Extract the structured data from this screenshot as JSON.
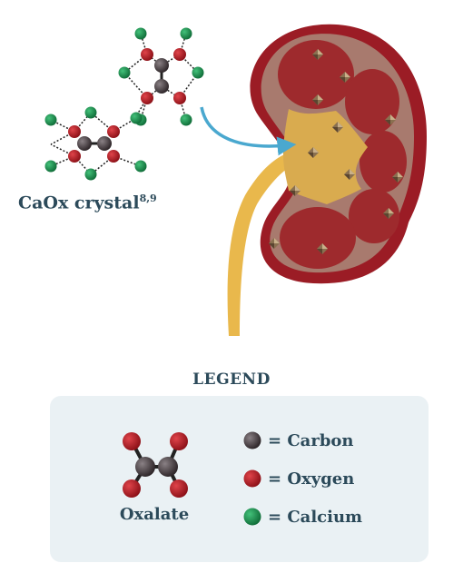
{
  "caption": {
    "text": "CaOx crystal",
    "superscript": "8,9"
  },
  "legend": {
    "title": "LEGEND",
    "molecule_label": "Oxalate",
    "items": [
      {
        "label": "= Carbon",
        "color": "#4a4043"
      },
      {
        "label": "= Oxygen",
        "color": "#b01820"
      },
      {
        "label": "= Calcium",
        "color": "#1a8a4a"
      }
    ]
  },
  "colors": {
    "kidney_outer": "#9b1c25",
    "kidney_cortex": "#a87a6e",
    "pyramid": "#9e2a2d",
    "pelvis": "#d9ab4f",
    "ureter": "#e9b84c",
    "arrow": "#4aa8cf",
    "text": "#2c4a5a",
    "legend_bg": "#eaf1f4"
  }
}
